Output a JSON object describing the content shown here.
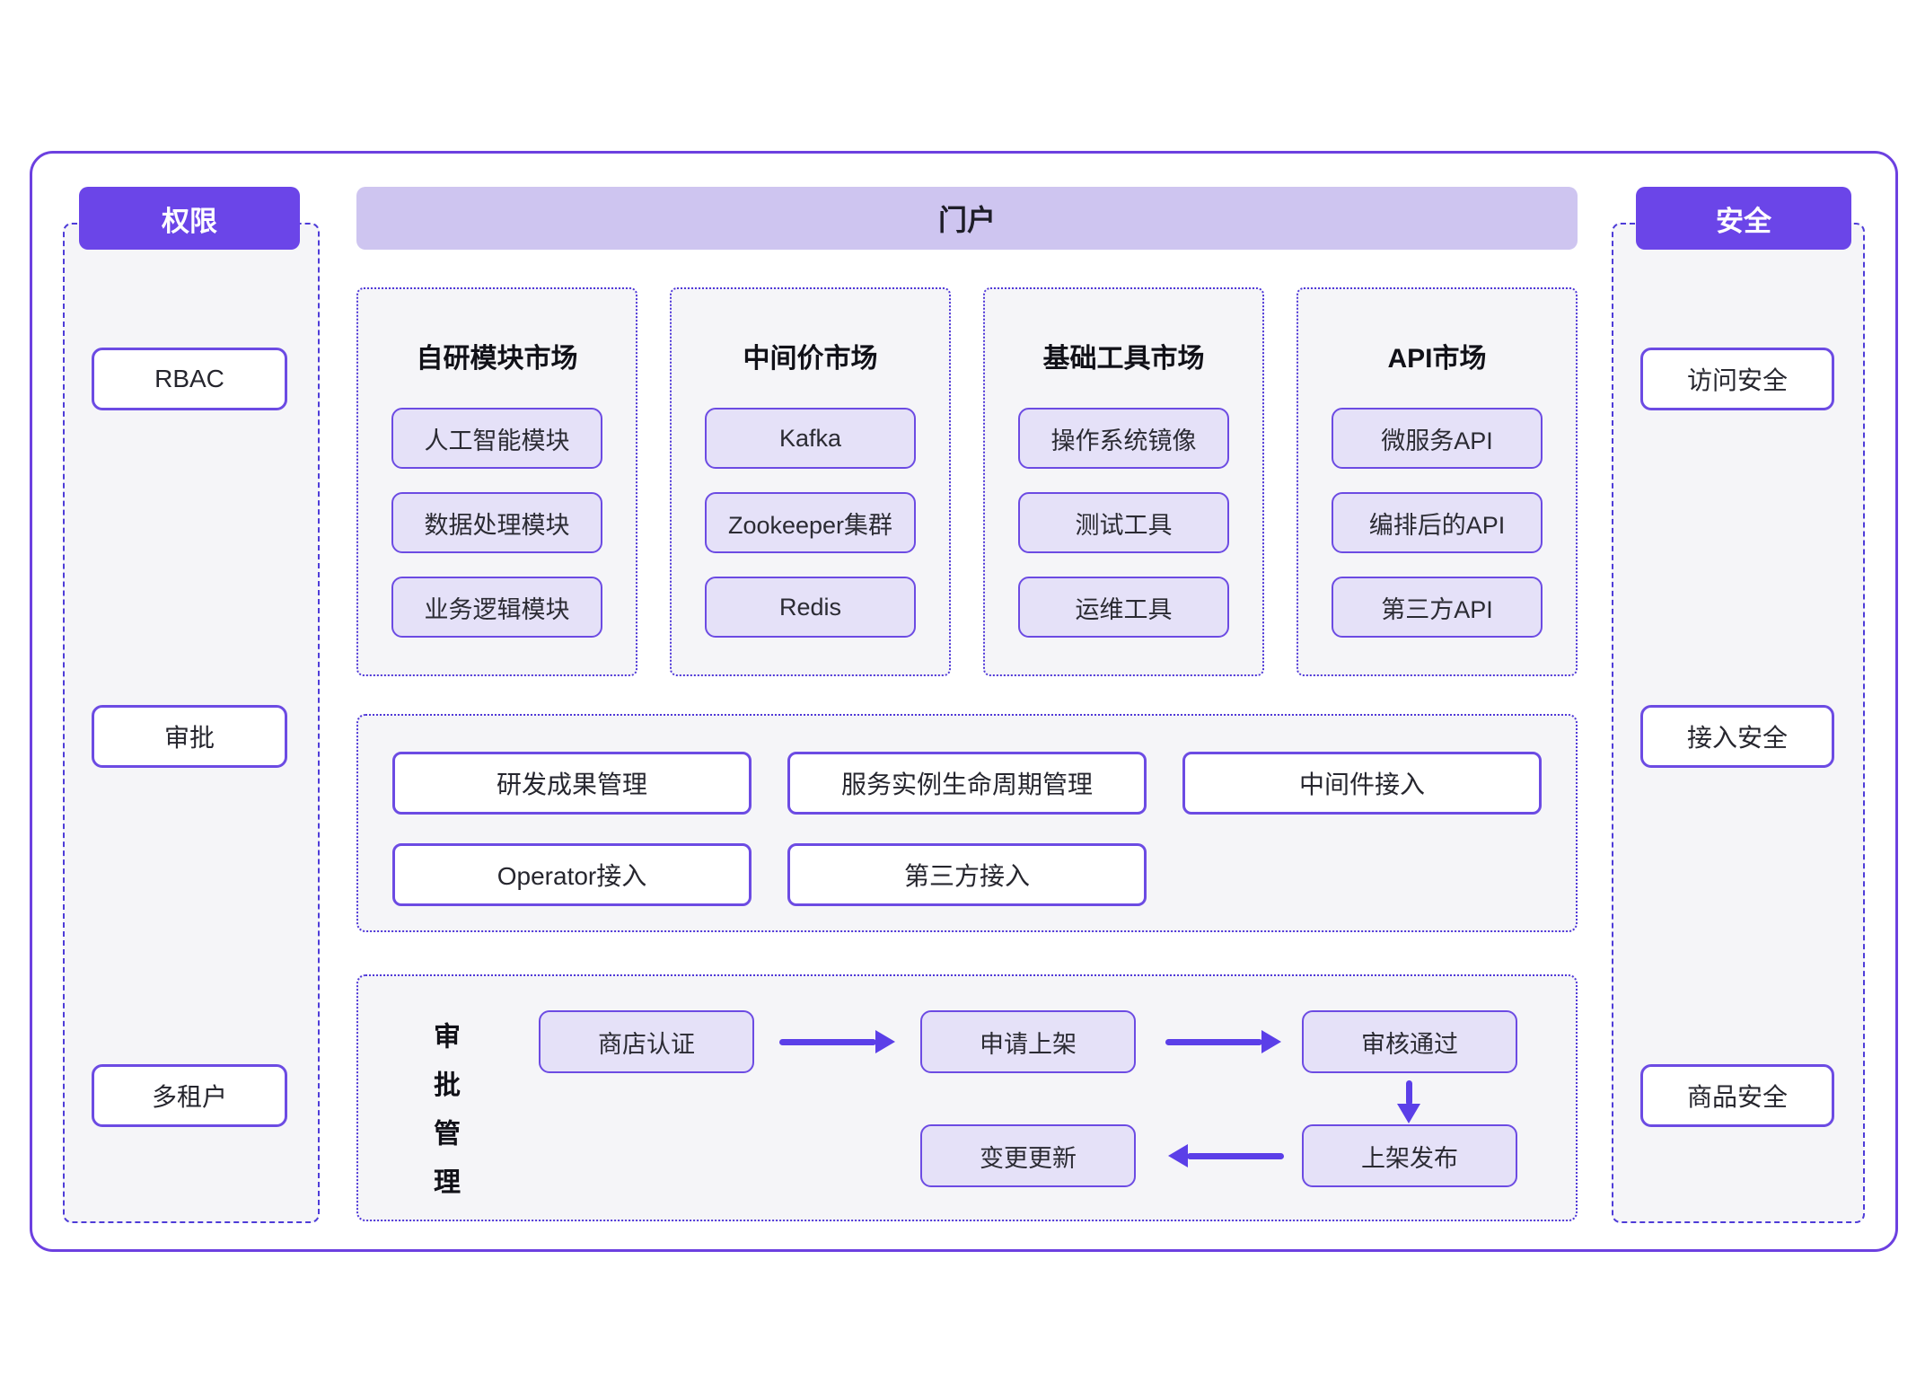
{
  "left_panel": {
    "header": "权限",
    "items": [
      "RBAC",
      "审批",
      "多租户"
    ]
  },
  "portal": {
    "header": "门户"
  },
  "markets": [
    {
      "title": "自研模块市场",
      "items": [
        "人工智能模块",
        "数据处理模块",
        "业务逻辑模块"
      ]
    },
    {
      "title": "中间价市场",
      "items": [
        "Kafka",
        "Zookeeper集群",
        "Redis"
      ]
    },
    {
      "title": "基础工具市场",
      "items": [
        "操作系统镜像",
        "测试工具",
        "运维工具"
      ]
    },
    {
      "title": "API市场",
      "items": [
        "微服务API",
        "编排后的API",
        "第三方API"
      ]
    }
  ],
  "management": {
    "row1": [
      "研发成果管理",
      "服务实例生命周期管理",
      "中间件接入"
    ],
    "row2": [
      "Operator接入",
      "第三方接入"
    ]
  },
  "approval": {
    "label": "审批管理",
    "steps": [
      "商店认证",
      "申请上架",
      "审核通过",
      "上架发布",
      "变更更新"
    ]
  },
  "right_panel": {
    "header": "安全",
    "items": [
      "访问安全",
      "接入安全",
      "商品安全"
    ]
  },
  "colors": {
    "accent_purple": "#6B45E8",
    "frame_border": "#6C40E0",
    "portal_bar_fill": "#CEC5F0",
    "chip_fill": "#E5E1F8",
    "box_outline": "#6C4BE3",
    "dotted_outline": "#5038D8",
    "arrow": "#5B3FE8",
    "section_background": "#F5F5F8"
  }
}
